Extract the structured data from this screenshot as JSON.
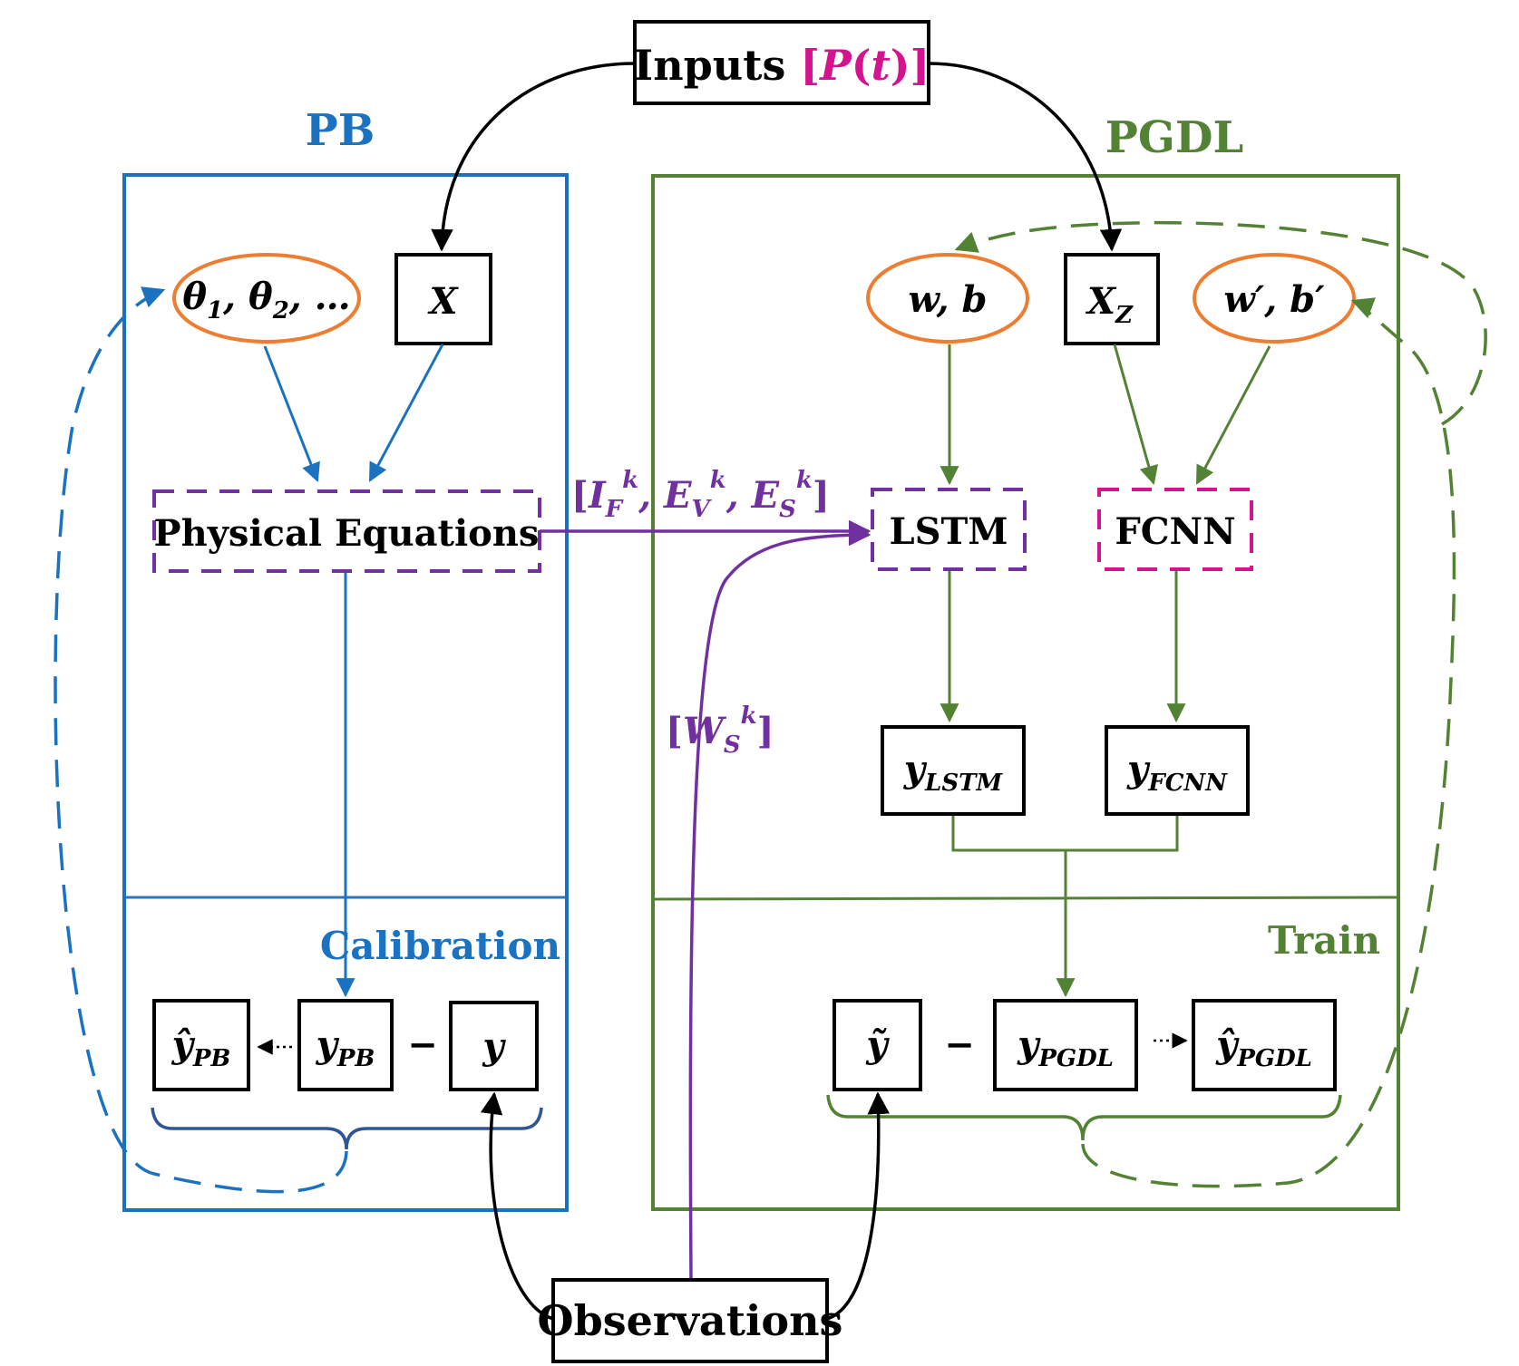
{
  "inputs": {
    "prefix": "Inputs ",
    "bracket_open": "[",
    "P": "P",
    "paren_open": "(",
    "t": "t",
    "paren_close": ")",
    "bracket_close": "]",
    "color": "#d4148f"
  },
  "observations": "Observations",
  "pb": {
    "title": "PB",
    "color": "#1a72c1",
    "theta_label": "θ₁, θ₂, …",
    "theta_sym": "θ",
    "theta_sub1": "1",
    "theta_sub2": "2",
    "x_label": "X",
    "physical_equations": "Physical Equations",
    "calibration": "Calibration",
    "y_hat": "ŷ",
    "y_hat_sub": "PB",
    "y_pb": "y",
    "y_pb_sub": "PB",
    "minus": "−",
    "y_obs": "y"
  },
  "pgdl": {
    "title": "PGDL",
    "color": "#548235",
    "wb": "w, b",
    "xz": "X",
    "xz_sub": "Z",
    "wb_prime": "w′, b′",
    "lstm": "LSTM",
    "fcnn": "FCNN",
    "y_lstm": "y",
    "y_lstm_sub": "LSTM",
    "y_fcnn": "y",
    "y_fcnn_sub": "FCNN",
    "train": "Train",
    "y_tilde": "ỹ",
    "minus": "−",
    "y_pgdl": "y",
    "y_pgdl_sub": "PGDL",
    "y_hat": "ŷ",
    "y_hat_sub": "PGDL"
  },
  "transfer": {
    "color": "#7030a0",
    "if": "I",
    "if_sub": "F",
    "k": "k",
    "ev": "E",
    "ev_sub": "V",
    "es": "E",
    "es_sub": "S",
    "ws": "W",
    "ws_sub": "S"
  },
  "colors": {
    "orange": "#ed7d31",
    "black": "#000000",
    "fcnn_border": "#d4148f"
  }
}
